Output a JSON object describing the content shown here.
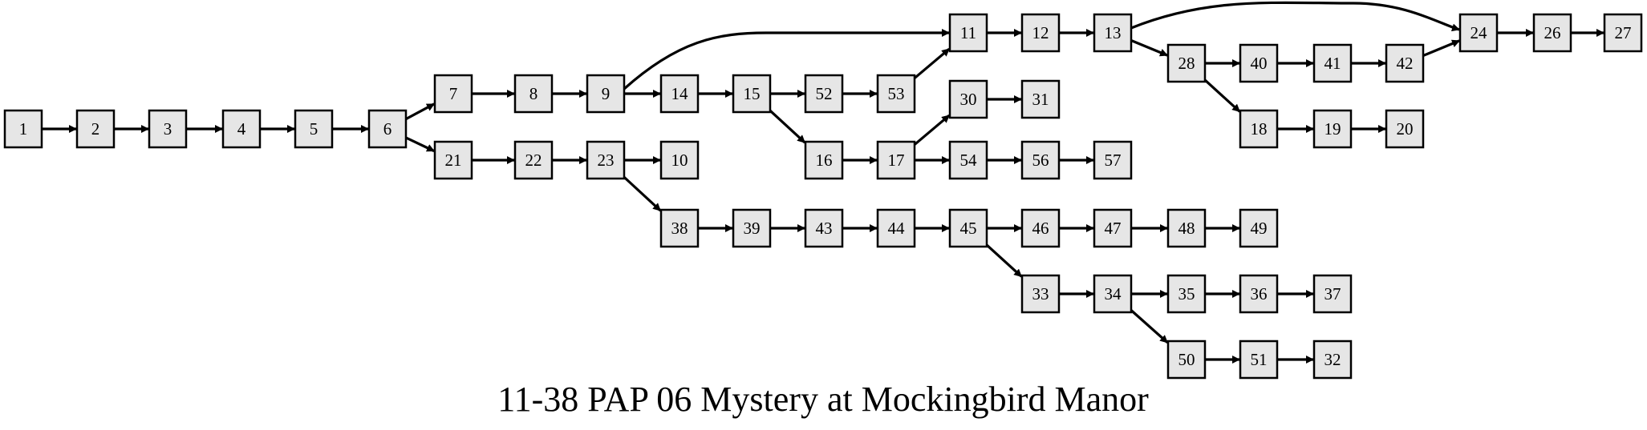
{
  "title": "11-38 PAP 06 Mystery at Mockingbird Manor",
  "colors": {
    "node_fill": "#e6e6e6",
    "stroke": "#000000",
    "background": "#ffffff"
  },
  "nodes": [
    {
      "id": "1",
      "label": "1"
    },
    {
      "id": "2",
      "label": "2"
    },
    {
      "id": "3",
      "label": "3"
    },
    {
      "id": "4",
      "label": "4"
    },
    {
      "id": "5",
      "label": "5"
    },
    {
      "id": "6",
      "label": "6"
    },
    {
      "id": "7",
      "label": "7"
    },
    {
      "id": "8",
      "label": "8"
    },
    {
      "id": "9",
      "label": "9"
    },
    {
      "id": "10",
      "label": "10"
    },
    {
      "id": "11",
      "label": "11"
    },
    {
      "id": "12",
      "label": "12"
    },
    {
      "id": "13",
      "label": "13"
    },
    {
      "id": "14",
      "label": "14"
    },
    {
      "id": "15",
      "label": "15"
    },
    {
      "id": "16",
      "label": "16"
    },
    {
      "id": "17",
      "label": "17"
    },
    {
      "id": "18",
      "label": "18"
    },
    {
      "id": "19",
      "label": "19"
    },
    {
      "id": "20",
      "label": "20"
    },
    {
      "id": "21",
      "label": "21"
    },
    {
      "id": "22",
      "label": "22"
    },
    {
      "id": "23",
      "label": "23"
    },
    {
      "id": "24",
      "label": "24"
    },
    {
      "id": "26",
      "label": "26"
    },
    {
      "id": "27",
      "label": "27"
    },
    {
      "id": "28",
      "label": "28"
    },
    {
      "id": "30",
      "label": "30"
    },
    {
      "id": "31",
      "label": "31"
    },
    {
      "id": "32",
      "label": "32"
    },
    {
      "id": "33",
      "label": "33"
    },
    {
      "id": "34",
      "label": "34"
    },
    {
      "id": "35",
      "label": "35"
    },
    {
      "id": "36",
      "label": "36"
    },
    {
      "id": "37",
      "label": "37"
    },
    {
      "id": "38",
      "label": "38"
    },
    {
      "id": "39",
      "label": "39"
    },
    {
      "id": "40",
      "label": "40"
    },
    {
      "id": "41",
      "label": "41"
    },
    {
      "id": "42",
      "label": "42"
    },
    {
      "id": "43",
      "label": "43"
    },
    {
      "id": "44",
      "label": "44"
    },
    {
      "id": "45",
      "label": "45"
    },
    {
      "id": "46",
      "label": "46"
    },
    {
      "id": "47",
      "label": "47"
    },
    {
      "id": "48",
      "label": "48"
    },
    {
      "id": "49",
      "label": "49"
    },
    {
      "id": "50",
      "label": "50"
    },
    {
      "id": "51",
      "label": "51"
    },
    {
      "id": "52",
      "label": "52"
    },
    {
      "id": "53",
      "label": "53"
    },
    {
      "id": "54",
      "label": "54"
    },
    {
      "id": "56",
      "label": "56"
    },
    {
      "id": "57",
      "label": "57"
    }
  ],
  "edges": [
    [
      "1",
      "2"
    ],
    [
      "2",
      "3"
    ],
    [
      "3",
      "4"
    ],
    [
      "4",
      "5"
    ],
    [
      "5",
      "6"
    ],
    [
      "6",
      "7"
    ],
    [
      "6",
      "21"
    ],
    [
      "7",
      "8"
    ],
    [
      "8",
      "9"
    ],
    [
      "9",
      "11"
    ],
    [
      "9",
      "14"
    ],
    [
      "14",
      "15"
    ],
    [
      "15",
      "52"
    ],
    [
      "15",
      "16"
    ],
    [
      "52",
      "53"
    ],
    [
      "53",
      "11"
    ],
    [
      "11",
      "12"
    ],
    [
      "12",
      "13"
    ],
    [
      "13",
      "24"
    ],
    [
      "13",
      "28"
    ],
    [
      "28",
      "40"
    ],
    [
      "28",
      "18"
    ],
    [
      "40",
      "41"
    ],
    [
      "41",
      "42"
    ],
    [
      "42",
      "24"
    ],
    [
      "24",
      "26"
    ],
    [
      "26",
      "27"
    ],
    [
      "18",
      "19"
    ],
    [
      "19",
      "20"
    ],
    [
      "16",
      "17"
    ],
    [
      "17",
      "30"
    ],
    [
      "17",
      "54"
    ],
    [
      "30",
      "31"
    ],
    [
      "54",
      "56"
    ],
    [
      "56",
      "57"
    ],
    [
      "21",
      "22"
    ],
    [
      "22",
      "23"
    ],
    [
      "23",
      "10"
    ],
    [
      "23",
      "38"
    ],
    [
      "38",
      "39"
    ],
    [
      "39",
      "43"
    ],
    [
      "43",
      "44"
    ],
    [
      "44",
      "45"
    ],
    [
      "45",
      "46"
    ],
    [
      "45",
      "33"
    ],
    [
      "46",
      "47"
    ],
    [
      "47",
      "48"
    ],
    [
      "48",
      "49"
    ],
    [
      "33",
      "34"
    ],
    [
      "34",
      "35"
    ],
    [
      "34",
      "50"
    ],
    [
      "35",
      "36"
    ],
    [
      "36",
      "37"
    ],
    [
      "50",
      "51"
    ],
    [
      "51",
      "32"
    ]
  ]
}
